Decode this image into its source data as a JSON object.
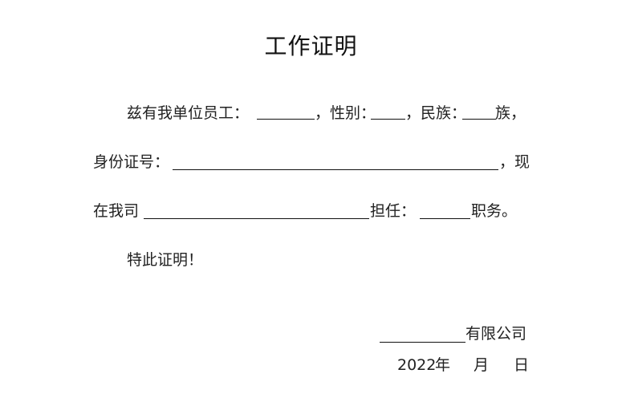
{
  "document": {
    "title": "工作证明",
    "line1": {
      "prefix": "兹有我单位员工：",
      "after_name": "，性别：",
      "after_gender": "，民族：",
      "after_ethnicity": "族，"
    },
    "line2": {
      "prefix": "身份证号：",
      "suffix": "，现"
    },
    "line3": {
      "prefix": "在我司",
      "middle": "担任：",
      "suffix": "职务。"
    },
    "closing": "特此证明！",
    "signature": {
      "company_suffix": "有限公司",
      "year": "2022",
      "year_label": "年",
      "month_label": "月",
      "day_label": "日"
    }
  }
}
